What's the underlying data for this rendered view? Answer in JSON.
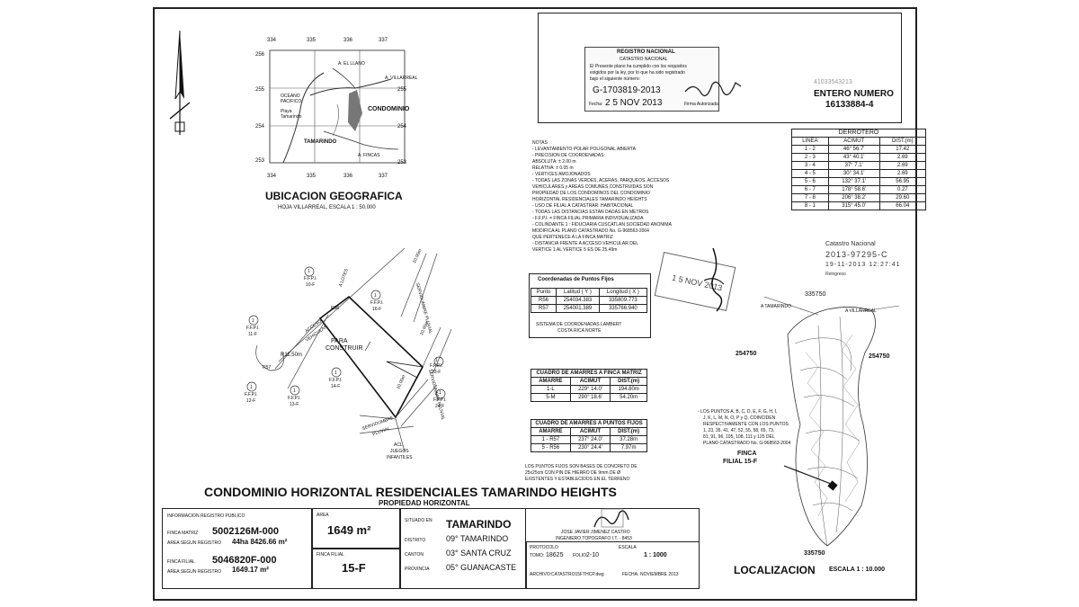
{
  "location_map": {
    "grid_x": [
      "334",
      "335",
      "336",
      "337"
    ],
    "grid_y_left": [
      "256",
      "255",
      "254",
      "253"
    ],
    "grid_y_right": [
      "255",
      "254",
      "253"
    ],
    "labels": {
      "el_llano": "A: EL LLANO",
      "villarreal": "A: VILLARREAL",
      "oceano": "OCEANO PACIFICO",
      "playa": "Playa Tamarindo",
      "condominio": "CONDOMINIO",
      "tamarindo": "TAMARINDO",
      "fincas": "A: FINCAS"
    },
    "title": "UBICACION GEOGRAFICA",
    "subtitle": "HOJA VILLARREAL, ESCALA 1 : 50.000"
  },
  "registry_stamp": {
    "title": "REGISTRO NACIONAL",
    "subtitle": "CATASTRO NACIONAL",
    "text1": "El Presente plano ha cumplido con los requisitos",
    "text2": "exigidos por la ley, por lo que ha sido registrado",
    "text3": "bajo el siguiente número:",
    "number": "G-1703819-2013",
    "date_label": "Fecha:",
    "date": "2 5 NOV 2013",
    "firma": "Firma Autorizada"
  },
  "entero": {
    "faint": "41033543213",
    "label": "ENTERO NUMERO",
    "number": "16133884-4"
  },
  "derrotero": {
    "title": "DERROTERO",
    "headers": [
      "LINEA",
      "ACIMUT",
      "DIST.(m)"
    ],
    "rows": [
      [
        "1 - 2",
        "46° 56.7'",
        "17.42"
      ],
      [
        "2 - 3",
        "43° 40.1'",
        "2.69"
      ],
      [
        "3 - 4",
        "37° 7.1'",
        "2.69"
      ],
      [
        "4 - 5",
        "30° 34.1'",
        "2.69"
      ],
      [
        "5 - 6",
        "132° 37.1'",
        "56.95"
      ],
      [
        "6 - 7",
        "178° 58.6'",
        "0.27"
      ],
      [
        "7 - 8",
        "206° 38.2'",
        "29.60"
      ],
      [
        "8 - 1",
        "315° 45.0'",
        "66.04"
      ]
    ]
  },
  "notas": [
    "NOTAS",
    "- LEVANTAMIENTO POLAR POLIGONAL ABIERTA",
    "- PRECISION DE COORDENADAS:",
    "  ABSOLUTA: ± 2.00 m",
    "  RELATIVA: ± 0.05 m",
    "- VERTICES AMOJONADOS",
    "- TODAS LAS ZONAS VERDES, ACERAS, PARQUEOS, ACCESOS",
    "  VEHICULARES y AREAS COMUNES CONSTRUIDAS SON",
    "  PROPIEDAD DE LOS CONDOMINOS DEL CONDOMINIO",
    "  HORIZONTAL RESIDENCIALES TAMARINDO HEIGHTS",
    "- USO DE FILIAL A CATASTRAR: HABITACIONAL",
    "- TODAS LAS DISTANCIAS ESTAN DADAS EN METROS",
    "- F.F.P.I. = FINCA FILIAL PRIMARIA INDIVIDUALIZADA",
    "- COLINDANTE 1 : FIDUCIARIA CUSCATLAN SOCIEDAD ANONIMA",
    "  MODIFICA AL PLANO CATASTRADO No. G-968563-2004",
    "  QUE PERTENECE A LA FINCA MATRIZ",
    "- DISTANCIA FRENTE A ACCESO VEHICULAR DEL",
    "  VERTICE 1 AL VERTICE 5 ES DE 25.49m"
  ],
  "catastro_stamp": {
    "line1": "Catastro Nacional",
    "line2": "2013-97295-C",
    "line3": "19-11-2013 12:27:41",
    "line4": "Reingreso"
  },
  "date_stamp": {
    "date": "1 5 NOV 2013"
  },
  "coordenadas": {
    "title": "Coordenadas de Puntos Fijos",
    "headers": [
      "Punto",
      "Latitud ( Y )",
      "Longitud ( X )"
    ],
    "rows": [
      [
        "R56",
        "254034.383",
        "335809.773"
      ],
      [
        "R57",
        "254001.389",
        "335766.940"
      ]
    ],
    "note1": "SISTEMA DE COORDENADAS LAMBERT",
    "note2": "COSTA RICA NORTE"
  },
  "amarres_matriz": {
    "title": "CUADRO DE AMARRES A FINCA MATRIZ",
    "headers": [
      "AMARRE",
      "ACIMUT",
      "DIST.(m)"
    ],
    "rows": [
      [
        "1-L",
        "229° 14.0'",
        "194.80m"
      ],
      [
        "5-M",
        "290° 18.6'",
        "54.20m"
      ]
    ]
  },
  "amarres_fijos": {
    "title": "CUADRO DE AMARRES A PUNTOS FIJOS",
    "headers": [
      "AMARRE",
      "ACIMUT",
      "DIST.(m)"
    ],
    "rows": [
      [
        "1 - R57",
        "237° 24.0'",
        "37.28m"
      ],
      [
        "5 - R56",
        "230° 24.4'",
        "7.97m"
      ]
    ],
    "note1": "LOS PUNTOS FIJOS SON BASES DE CONCRETO DE",
    "note2": "25x25cm CON PIN DE HIERRO DE 9mm DE Ø",
    "note3": "EXISTENTES Y ESTABLECIDOS EN EL TERRENO"
  },
  "plan": {
    "para_construir": "PARA",
    "para_construir2": "CONSTRUIR",
    "ffpi": "F.F.P.I.",
    "lot_10": "10-F",
    "lot_11": "11-F",
    "lot_12": "12-F",
    "lot_13": "13-F",
    "lot_14": "14-F",
    "lot_16": "16-F",
    "lot_23": "23-F",
    "lot_24": "24-F",
    "one": "1",
    "radius": "R11.50m",
    "r56": "R56",
    "r57": "R57",
    "a_lotes": "A LOTES",
    "acceso": "ACCESO",
    "vehicular": "VEHICULAR",
    "servidumbre": "SERVIDUMBRE PLUVIAL",
    "servidumbre2": "SERVIDUMBRE",
    "pluvial": "PLUVIAL",
    "acl": "ACL",
    "juegos": "JUEGOS",
    "infantiles": "INFANTILES",
    "dim1": "10.00m",
    "dim2": "10.00m",
    "dim3": "10.00m"
  },
  "localizacion": {
    "coord_top": "335750",
    "coord_left": "254750",
    "coord_right": "254750",
    "coord_bottom": "335750",
    "a_tamarindo": "A TAMARINDO",
    "a_villarreal": "A VILLARREAL",
    "note1": "- LOS PUNTOS A, B, C, D, E, F, G, H, I,",
    "note2": "J, K, L, M, N, O, P y Q, COINCIDEN",
    "note3": "RESPECTIVAMENTE CON LOS PUNTOS",
    "note4": "1, 23, 35, 41, 47, 52, 55, 58, 65, 73,",
    "note5": "81, 91, 96, 105, 108, 111 y 125 DEL",
    "note6": "PLANO CATASTRADO No. G-968563-2004",
    "finca": "FINCA",
    "filial": "FILIAL 15-F",
    "title": "LOCALIZACION",
    "scale": "ESCALA 1 : 10.000"
  },
  "main_title": "CONDOMINIO HORIZONTAL RESIDENCIALES TAMARINDO HEIGHTS",
  "sub_title": "PROPIEDAD HORIZONTAL",
  "info": {
    "registro_label": "INFORMACION REGISTRO PUBLICO",
    "finca_matriz_label": "FINCA MATRIZ",
    "finca_matriz": "5002126M-000",
    "area_registro_label": "AREA SEGUN REGISTRO",
    "area_registro": "44ha 8426.66 m²",
    "finca_filial_label": "FINCA FILIAL",
    "finca_filial": "5046820F-000",
    "area_registro2_label": "AREA SEGUN REGISTRO",
    "area_registro2": "1649.17 m²",
    "area_label": "AREA",
    "area": "1649 m²",
    "filial_label": "FINCA FILIAL",
    "filial": "15-F",
    "situado_label": "SITUADO EN",
    "situado": "TAMARINDO",
    "distrito_label": "DISTRITO",
    "distrito": "09° TAMARINDO",
    "canton_label": "CANTON",
    "canton": "03° SANTA CRUZ",
    "provincia_label": "PROVINCIA",
    "provincia": "05° GUANACASTE",
    "ingeniero_name": "JOSE JAVIER JIMENEZ CASTRO",
    "ingeniero_title": "INGENIERO TOPOGRAFO I.T. - 8453",
    "protocolo_label": "PROTOCOLO",
    "tomo_label": "TOMO:",
    "tomo": "18625",
    "folio_label": "FOLIO:",
    "folio": "2-10",
    "escala_label": "ESCALA",
    "escala": "1 : 1000",
    "archivo_label": "ARCHIVO:",
    "archivo": "CATASTRO15FTHCP.dwg",
    "fecha_label": "FECHA:",
    "fecha": "NOVIEMBRE 2013"
  }
}
